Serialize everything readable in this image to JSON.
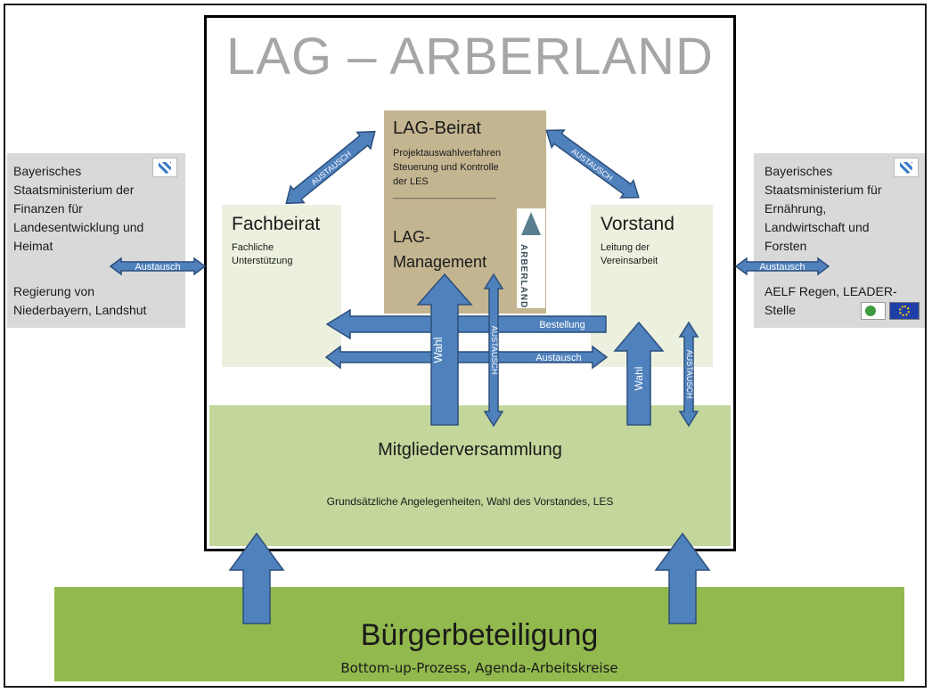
{
  "title": "LAG – ARBERLAND",
  "left_panel": {
    "text1": "Bayerisches\nStaatsministerium der\nFinanzen für\nLandesentwicklung und\nHeimat",
    "text2": "Regierung von\nNiederbayern, Landshut",
    "arrow_label": "Austausch"
  },
  "right_panel": {
    "text1": "Bayerisches\nStaatsministerium für\nErnährung,\nLandwirtschaft und\nForsten",
    "text2": "AELF Regen, LEADER-\nStelle",
    "arrow_label": "Austausch"
  },
  "beirat": {
    "title": "LAG-Beirat",
    "desc": "Projektauswahlverfahren\nSteuerung und Kontrolle\nder LES",
    "rule": "_______________________",
    "management": "LAG-\nManagement",
    "logo_text": "ARBERLAND"
  },
  "fachbeirat": {
    "title": "Fachbeirat",
    "desc": "Fachliche\nUnterstützung"
  },
  "vorstand": {
    "title": "Vorstand",
    "desc": "Leitung der\nVereinsarbeit"
  },
  "arrows": {
    "austausch_upper": "AUSTAUSCH",
    "bestellung": "Bestellung",
    "austausch_mid": "Austausch",
    "wahl": "Wahl",
    "austausch_vertical": "AUSTAUSCH"
  },
  "mitgliederversammlung": {
    "title": "Mitgliederversammlung",
    "desc": "Grundsätzliche Angelegenheiten, Wahl des Vorstandes, LES"
  },
  "buergerbeteiligung": {
    "title": "Bürgerbeteiligung",
    "desc": "Bottom-up-Prozess, Agenda-Arbeitskreise"
  },
  "colors": {
    "arrow_fill": "#4f81bd",
    "arrow_stroke": "#2c4f7c",
    "beirat": "#c4b591",
    "member_assembly": "#c3d69b",
    "citizens": "#92b94d",
    "side_boards": "#ebf1de",
    "ministries": "#d9d9d9"
  }
}
